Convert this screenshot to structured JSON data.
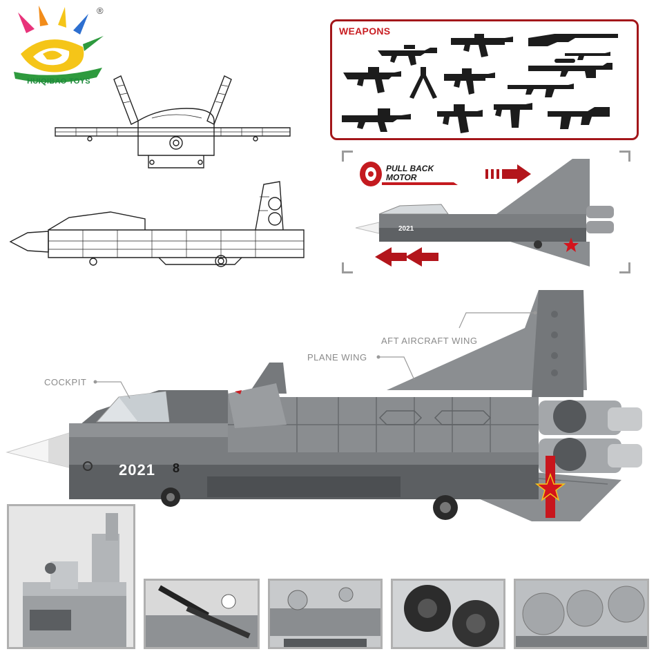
{
  "brand": {
    "name": "HUIQIBAO TOYS",
    "reg_mark": "®",
    "colors": {
      "yellow": "#f5c518",
      "green": "#2e9a3e",
      "pink": "#e8337a",
      "blue": "#2d6fd0",
      "orange": "#f28c1a"
    }
  },
  "weapons": {
    "title": "WEAPONS",
    "border_color": "#a3161a",
    "items": [
      "rifle-icon",
      "smg-icon",
      "shotgun-icon",
      "smg-icon",
      "sniper-icon",
      "rifle-icon",
      "bipod-icon",
      "smg-icon",
      "rifle-icon",
      "smg-icon",
      "rifle-icon",
      "pistol-icon",
      "smg-icon",
      "shotgun-icon"
    ]
  },
  "pullback": {
    "label_line1": "PULL BACK",
    "label_line2": "MOTOR",
    "jet_number": "2021",
    "arrow_color": "#b3151b"
  },
  "main_jet": {
    "number": "2021",
    "serial_mark": "8",
    "callouts": {
      "cockpit": "COCKPIT",
      "plane_wing": "PLANE WING",
      "aft_wing": "AFT AIRCRAFT WING"
    },
    "body_color": "#6f7275",
    "star_color": "#d4141c"
  },
  "details": [
    "cockpit-detail",
    "cannon-detail",
    "fuselage-detail",
    "engine-detail",
    "nozzle-detail"
  ]
}
